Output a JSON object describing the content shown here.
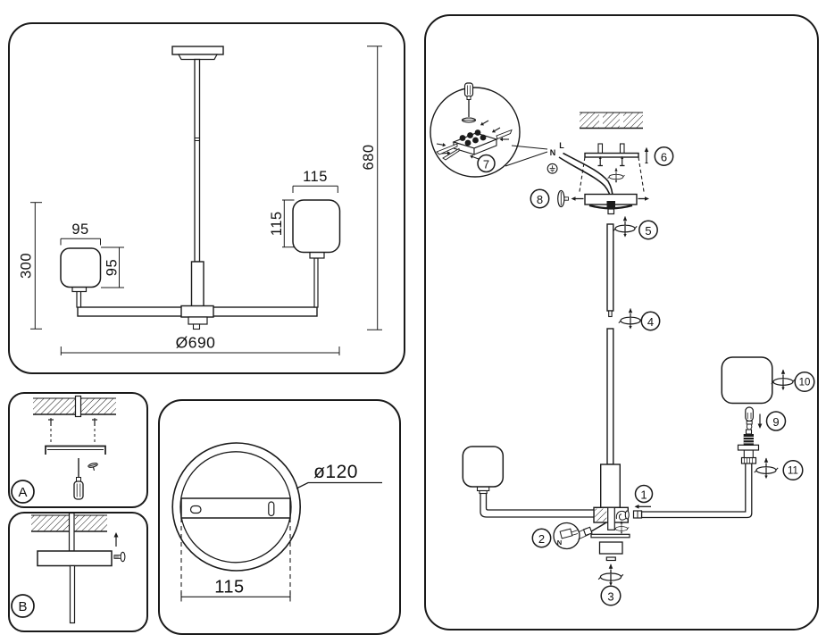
{
  "colors": {
    "line": "#1a1a1a",
    "background": "#ffffff"
  },
  "dimension_panel": {
    "total_height": "680",
    "shade_right_width": "115",
    "shade_right_height": "115",
    "shade_left_width": "95",
    "shade_left_height": "95",
    "left_drop": "300",
    "total_diameter": "Ø690"
  },
  "mount_panel": {
    "canopy_diameter": "ø120",
    "hole_spacing": "115"
  },
  "step_panels": [
    {
      "label": "A"
    },
    {
      "label": "B"
    }
  ],
  "assembly_panel": {
    "steps": [
      {
        "n": "1"
      },
      {
        "n": "2"
      },
      {
        "n": "3"
      },
      {
        "n": "4"
      },
      {
        "n": "5"
      },
      {
        "n": "6"
      },
      {
        "n": "7"
      },
      {
        "n": "8"
      },
      {
        "n": "9"
      },
      {
        "n": "10"
      },
      {
        "n": "11"
      }
    ],
    "wiring": {
      "neutral": "N",
      "live": "L"
    }
  }
}
